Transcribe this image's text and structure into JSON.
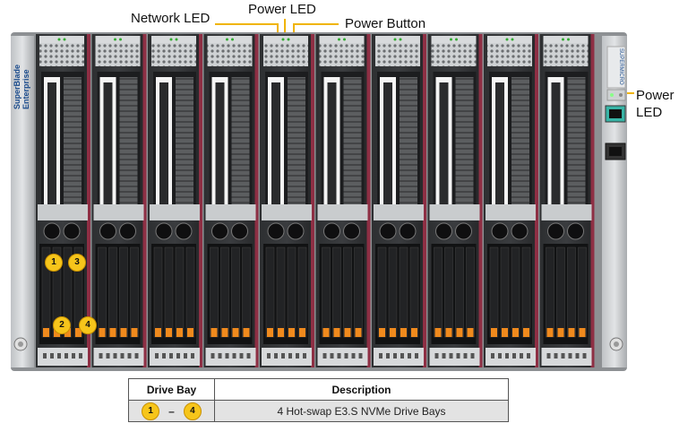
{
  "callouts": {
    "network_led": "Network LED",
    "power_led": "Power LED",
    "power_button": "Power Button",
    "power_led_right_line1": "Power",
    "power_led_right_line2": "LED"
  },
  "chassis": {
    "left_label_line1": "SuperBlade",
    "left_label_line2": "Enterprise",
    "right_label": "SUPERMICRO"
  },
  "blade_count": 10,
  "drive_markers": [
    "1",
    "2",
    "3",
    "4"
  ],
  "table": {
    "headers": [
      "Drive Bay",
      "Description"
    ],
    "row": {
      "from": "1",
      "dash": "–",
      "to": "4",
      "description": "4 Hot-swap E3.S NVMe Drive Bays"
    }
  },
  "colors": {
    "marker_yellow": "#f6c51b",
    "drive_orange": "#f08a1d",
    "divider_maroon": "#8e2f44",
    "callout_yellow": "#f0b400"
  }
}
